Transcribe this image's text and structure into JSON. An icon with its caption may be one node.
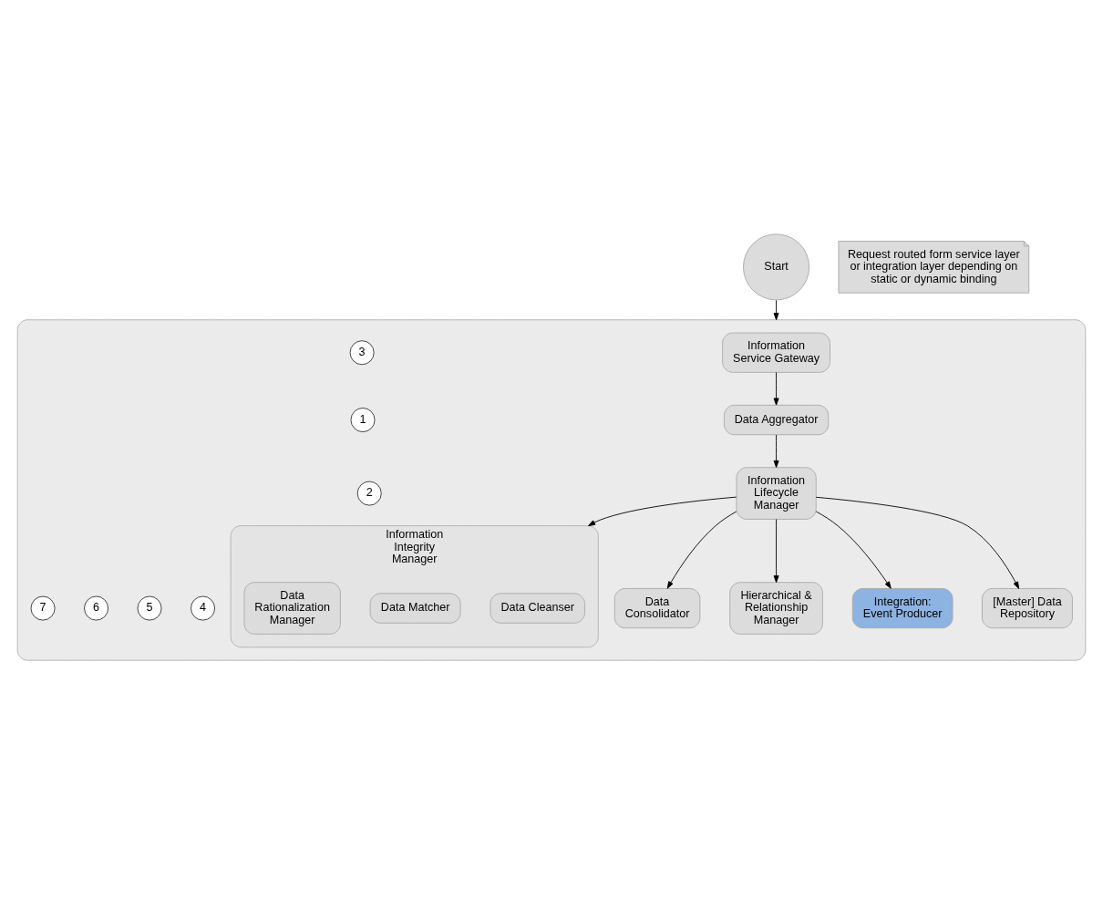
{
  "diagram": {
    "nodes": [
      {
        "text": [
          "Start"
        ]
      },
      {
        "text": [
          "Request routed form service layer or integration layer depending on static or dynamic binding"
        ]
      },
      {
        "text": [],
        "shape": "box"
      },
      {
        "text": [
          "Information Service Gateway"
        ],
        "in": 2
      },
      {
        "text": [
          "Data Aggregator"
        ],
        "in": 2
      },
      {
        "text": [
          "Information Integrity Manager"
        ],
        "in": 2
      },
      {
        "text": [
          "Data Cleanser"
        ],
        "in": 5
      },
      {
        "text": [
          "Data Matcher"
        ],
        "in": 5
      },
      {
        "text": [
          "Data Rationalization Manager"
        ],
        "in": 5
      },
      {
        "text": [
          "Data Consolidator"
        ],
        "in": 2
      },
      {
        "text": [
          "Information Lifecycle Manager"
        ],
        "in": 2
      },
      {
        "text": [
          "Hierarchical & Relationship Manager"
        ],
        "in": 2
      },
      {
        "text": [
          "Integration: Event Producer"
        ],
        "in": 2
      },
      {
        "text": [
          "[Master] Data Repository"
        ],
        "in": 2
      },
      {
        "text": [
          "1"
        ],
        "in": 2
      },
      {
        "text": [
          "2"
        ],
        "in": 2
      },
      {
        "text": [
          "3"
        ],
        "in": 2
      },
      {
        "text": [
          "4"
        ],
        "in": 2
      },
      {
        "text": [
          "5"
        ],
        "in": 2
      },
      {
        "text": [
          "6"
        ],
        "in": 2
      },
      {
        "text": [
          "7"
        ],
        "in": 2
      }
    ],
    "edges": [
      {
        "from": 0,
        "to": 2,
        "arrow": "to"
      },
      {
        "from": 3,
        "to": 4,
        "arrow": "to"
      },
      {
        "from": 4,
        "to": 10,
        "arrow": "to"
      },
      {
        "from": 10,
        "to": 5,
        "arrow": "to"
      },
      {
        "from": 10,
        "to": 9,
        "arrow": "to"
      },
      {
        "from": 10,
        "to": 11,
        "arrow": "to"
      },
      {
        "from": 10,
        "to": 12,
        "arrow": "to"
      },
      {
        "from": 10,
        "to": 13,
        "arrow": "to"
      }
    ]
  }
}
